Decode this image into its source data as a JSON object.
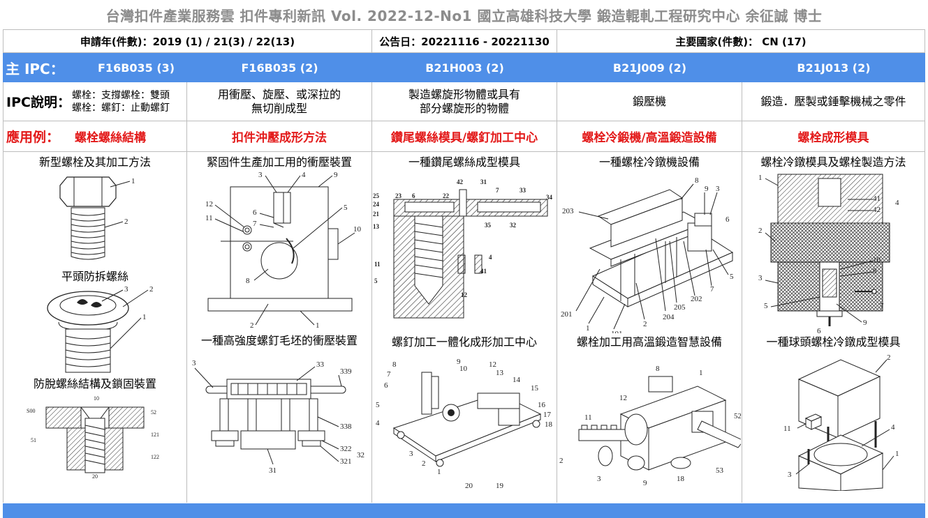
{
  "header": {
    "title": "台灣扣件產業服務雲  扣件專利新訊  Vol. 2022-12-No1  國立高雄科技大學  鍛造輥軋工程研究中心   余征誠 博士"
  },
  "meta": {
    "application_years": "申請年(件數)：2019 (1) / 21(3) / 22(13)",
    "publication_date": "公告日：20221116 - 20221130",
    "main_countries": "主要國家(件數)：  CN (17)"
  },
  "ipc": {
    "label": "主 IPC：",
    "codes": [
      "F16B035 (3)",
      "F16B035 (2)",
      "B21H003 (2)",
      "B21J009 (2)",
      "B21J013 (2)"
    ]
  },
  "ipc_description": {
    "label": "IPC說明：",
    "first_line1": "螺栓：支撐螺栓：雙頭",
    "first_line2": "螺栓：螺釘：止動螺釘",
    "items": [
      "用衝壓、旋壓、或深拉的\n無切削成型",
      "製造螺旋形物體或具有\n部分螺旋形的物體",
      "鍛壓機",
      "鍛造．壓製或錘擊機械之零件"
    ]
  },
  "application": {
    "label": "應用例：",
    "items": [
      "螺栓螺絲結構",
      "扣件沖壓成形方法",
      "鑽尾螺絲模具/螺釘加工中心",
      "螺栓冷鍛機/高溫鍛造設備",
      "螺栓成形模具"
    ]
  },
  "patents": {
    "col1": [
      "新型螺栓及其加工方法",
      "平頭防拆螺絲",
      "防脫螺絲結構及鎖固裝置"
    ],
    "col2": [
      "緊固件生產加工用的衝壓裝置",
      "一種高強度螺釘毛坯的衝壓裝置"
    ],
    "col3": [
      "一種鑽尾螺絲成型模具",
      "螺釘加工一體化成形加工中心"
    ],
    "col4": [
      "一種螺栓冷鐓機設備",
      "螺栓加工用高溫鍛造智慧設備"
    ],
    "col5": [
      "螺栓冷鐓模具及螺栓製造方法",
      "一種球頭螺栓冷鐓成型模具"
    ]
  },
  "figure_labels": {
    "bolt": [
      "1",
      "2"
    ],
    "flathead": [
      "3",
      "2",
      "1"
    ],
    "stamping": [
      "3",
      "4",
      "9",
      "12",
      "11",
      "6",
      "7",
      "5",
      "10",
      "8",
      "2",
      "1"
    ],
    "blank_press": [
      "3",
      "33",
      "339",
      "338",
      "322",
      "321",
      "32",
      "31"
    ],
    "drill_mold": [
      "25",
      "23",
      "6",
      "22",
      "42",
      "31",
      "7",
      "33",
      "34",
      "24",
      "21",
      "13",
      "35",
      "32",
      "4",
      "41",
      "11",
      "5",
      "12"
    ],
    "cold_header": [
      "8",
      "9",
      "3",
      "203",
      "6",
      "5",
      "7",
      "202",
      "205",
      "204",
      "2",
      "201",
      "1",
      "101"
    ],
    "cold_mold": [
      "1",
      "41",
      "4",
      "42",
      "2",
      "10",
      "8",
      "3",
      "7",
      "5",
      "9",
      "6"
    ],
    "ball_mold": [
      "2",
      "11",
      "4",
      "3",
      "1"
    ]
  },
  "colors": {
    "accent_blue": "#4f8fe8",
    "application_red": "#e31a1a",
    "title_gray": "#8c8c8c"
  }
}
